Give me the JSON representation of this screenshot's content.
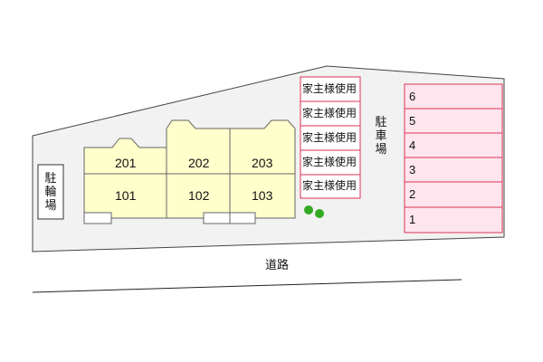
{
  "units": {
    "upper": [
      "201",
      "202",
      "203"
    ],
    "lower": [
      "101",
      "102",
      "103"
    ]
  },
  "owner_spaces": [
    "家主様使用",
    "家主様使用",
    "家主様使用",
    "家主様使用",
    "家主様使用"
  ],
  "parking_slots": [
    "6",
    "5",
    "4",
    "3",
    "2",
    "1"
  ],
  "labels": {
    "bicycle_parking": [
      "駐",
      "輪",
      "場"
    ],
    "car_parking": [
      "駐",
      "車",
      "場"
    ],
    "road": "道路"
  },
  "colors": {
    "lot": "#f2f2f2",
    "building": "#ffffcc",
    "parking_fill": "#ffe6ee",
    "parking_border": "#dd3355",
    "tree": "#33aa22"
  }
}
